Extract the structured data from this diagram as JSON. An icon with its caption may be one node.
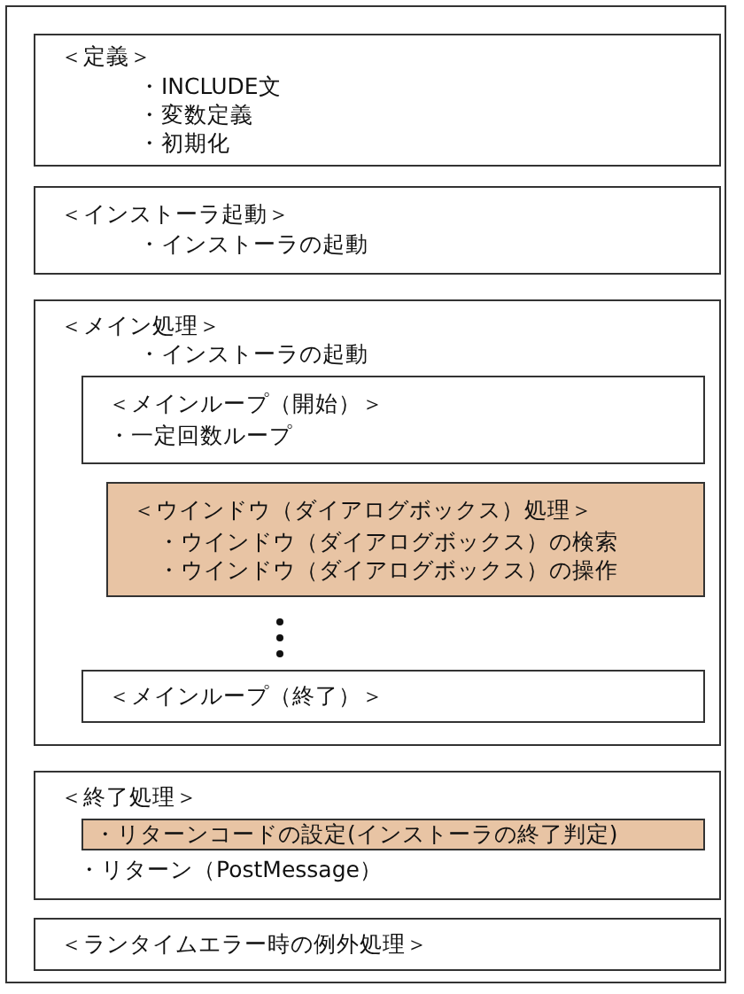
{
  "diagram": {
    "nodes": [
      {
        "text": [],
        "shape": "box"
      },
      {
        "text": [
          "＜定義＞",
          "・INCLUDE文",
          "・変数定義",
          "・初期化"
        ],
        "in": 0
      },
      {
        "text": [
          "＜インストーラ起動＞",
          "・インストーラの起動"
        ],
        "in": 0
      },
      {
        "text": [
          "＜メイン処理＞",
          "・インストーラの起動"
        ],
        "in": 0
      },
      {
        "text": [
          "＜メインループ（開始）＞",
          "・一定回数ループ"
        ],
        "in": 3
      },
      {
        "text": [
          "＜ウインドウ（ダイアログボックス）処理＞",
          "・ウインドウ（ダイアログボックス）の検索",
          "・ウインドウ（ダイアログボックス）の操作"
        ],
        "in": 3
      },
      {
        "text": [
          "＜メインループ（終了）＞"
        ],
        "in": 3
      },
      {
        "text": [
          "＜終了処理＞",
          "・リターン（PostMessage）"
        ],
        "in": 0
      },
      {
        "text": [
          "・リターンコードの設定(インストーラの終了判定)"
        ],
        "in": 7
      },
      {
        "text": [
          "＜ランタイムエラー時の例外処理＞"
        ],
        "in": 0
      }
    ],
    "edges": []
  }
}
